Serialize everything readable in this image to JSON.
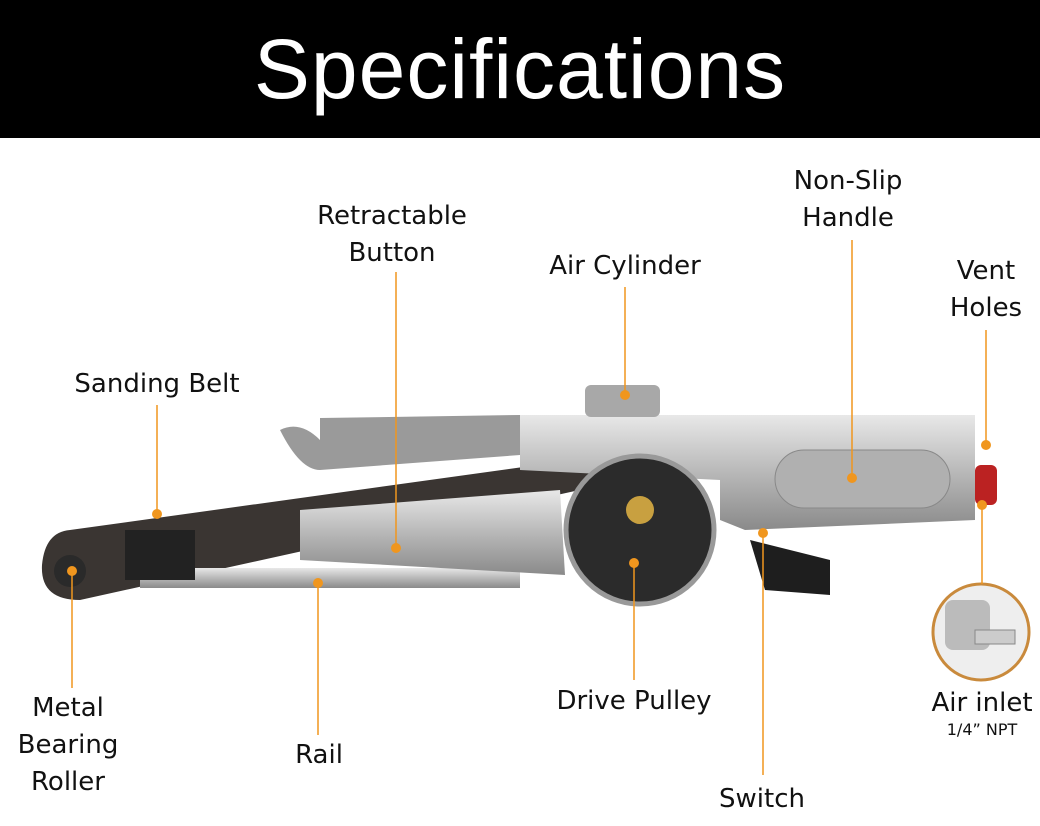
{
  "title": "Specifications",
  "colors": {
    "accent": "#f0961e",
    "header_bg": "#000000",
    "circle": "#c98a3c"
  },
  "labels": {
    "retractable_button": [
      "Retractable",
      "Button"
    ],
    "air_cylinder": "Air Cylinder",
    "non_slip_handle": [
      "Non-Slip",
      "Handle"
    ],
    "vent_holes": [
      "Vent",
      "Holes"
    ],
    "sanding_belt": "Sanding Belt",
    "metal_bearing_roller": [
      "Metal",
      "Bearing",
      "Roller"
    ],
    "rail": "Rail",
    "drive_pulley": "Drive Pulley",
    "switch": "Switch",
    "air_inlet": "Air inlet",
    "air_inlet_spec": "1/4” NPT"
  }
}
